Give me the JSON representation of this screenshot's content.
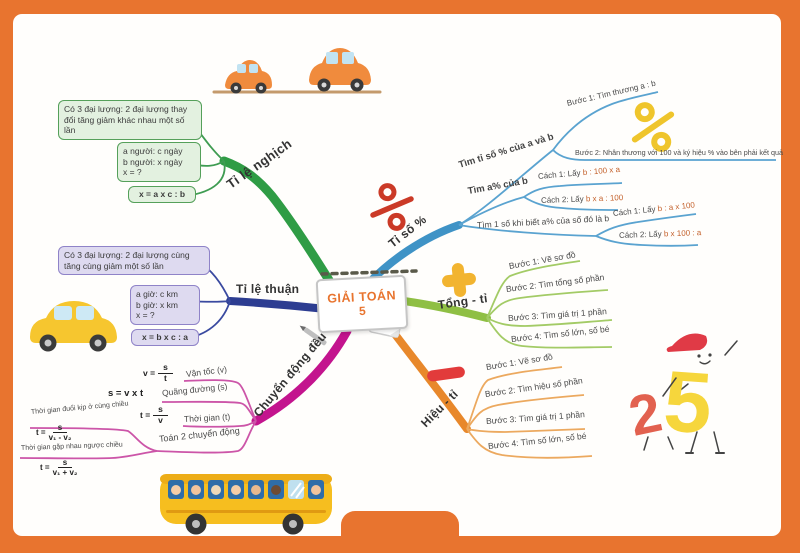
{
  "center": {
    "title": "GIẢI TOÁN",
    "grade": "5"
  },
  "nghich": {
    "label": "Tỉ lệ nghịch",
    "rule": "Có 3 đại lượng: 2 đại lượng thay đổi tăng giảm khác nhau một số lần",
    "given": {
      "l1": "a người: c ngày",
      "l2": "b người: x ngày",
      "l3": "x = ?"
    },
    "formula": "x = a x c : b"
  },
  "thuan": {
    "label": "Tỉ lệ thuận",
    "rule": "Có 3 đại lượng: 2 đại lượng cùng tăng cùng giảm một số lần",
    "given": {
      "l1": "a giờ: c km",
      "l2": "b giờ: x km",
      "l3": "x = ?"
    },
    "formula": "x = b x c : a"
  },
  "tiso": {
    "label": "Tỉ số %",
    "n1": {
      "label": "Tìm tỉ số % của a và b",
      "b1": "Bước 1: Tìm thương a : b",
      "b2": "Bước 2: Nhân thương với 100 và ký hiệu % vào bên phải kết quả"
    },
    "n2": {
      "label": "Tìm a% của b",
      "c1_prefix": "Cách 1: Lấy ",
      "c1_formula": "b : 100 x a",
      "c2_prefix": "Cách 2: Lấy ",
      "c2_formula": "b x a : 100"
    },
    "n3": {
      "label": "Tìm 1 số khi biết a% của số đó là b",
      "c1_prefix": "Cách 1: Lấy ",
      "c1_formula": "b : a x 100",
      "c2_prefix": "Cách 2: Lấy ",
      "c2_formula": "b x 100 : a"
    }
  },
  "tongti": {
    "label": "Tổng - tỉ",
    "steps": [
      "Bước 1: Vẽ sơ đồ",
      "Bước 2: Tìm tổng số phần",
      "Bước 3: Tìm giá trị 1 phần",
      "Bước 4: Tìm số lớn, số bé"
    ]
  },
  "hieuti": {
    "label": "Hiệu - tỉ",
    "steps": [
      "Bước 1: Vẽ sơ đồ",
      "Bước 2: Tìm hiệu số phần",
      "Bước 3: Tìm giá trị 1 phần",
      "Bước 4: Tìm số lớn, số bé"
    ]
  },
  "chuyendong": {
    "label": "Chuyển động đều",
    "v": {
      "name": "Vận tốc (v)",
      "lhs": "v =",
      "num": "s",
      "den": "t"
    },
    "s": {
      "name": "Quãng đường (s)",
      "formula": "s = v x t"
    },
    "t": {
      "name": "Thời gian (t)",
      "lhs": "t =",
      "num": "s",
      "den": "v"
    },
    "two": {
      "label": "Toán 2 chuyển động",
      "chase": {
        "name": "Thời gian đuổi kịp ở cùng chiều",
        "lhs": "t =",
        "num": "s",
        "den": "v₁ - v₂"
      },
      "meet": {
        "name": "Thời gian gặp nhau ngược chiều",
        "lhs": "t =",
        "num": "s",
        "den": "v₁ + v₂"
      }
    }
  },
  "colors": {
    "frame": "#E8742F",
    "green": "#2F9C45",
    "navy": "#2D3D91",
    "magenta": "#C3148E",
    "blue": "#3F93C6",
    "lightgreen": "#8FBF44",
    "orange": "#E8882B",
    "red": "#CB3A27",
    "yellow": "#EFC52C",
    "accent_text": "#C4622D"
  }
}
